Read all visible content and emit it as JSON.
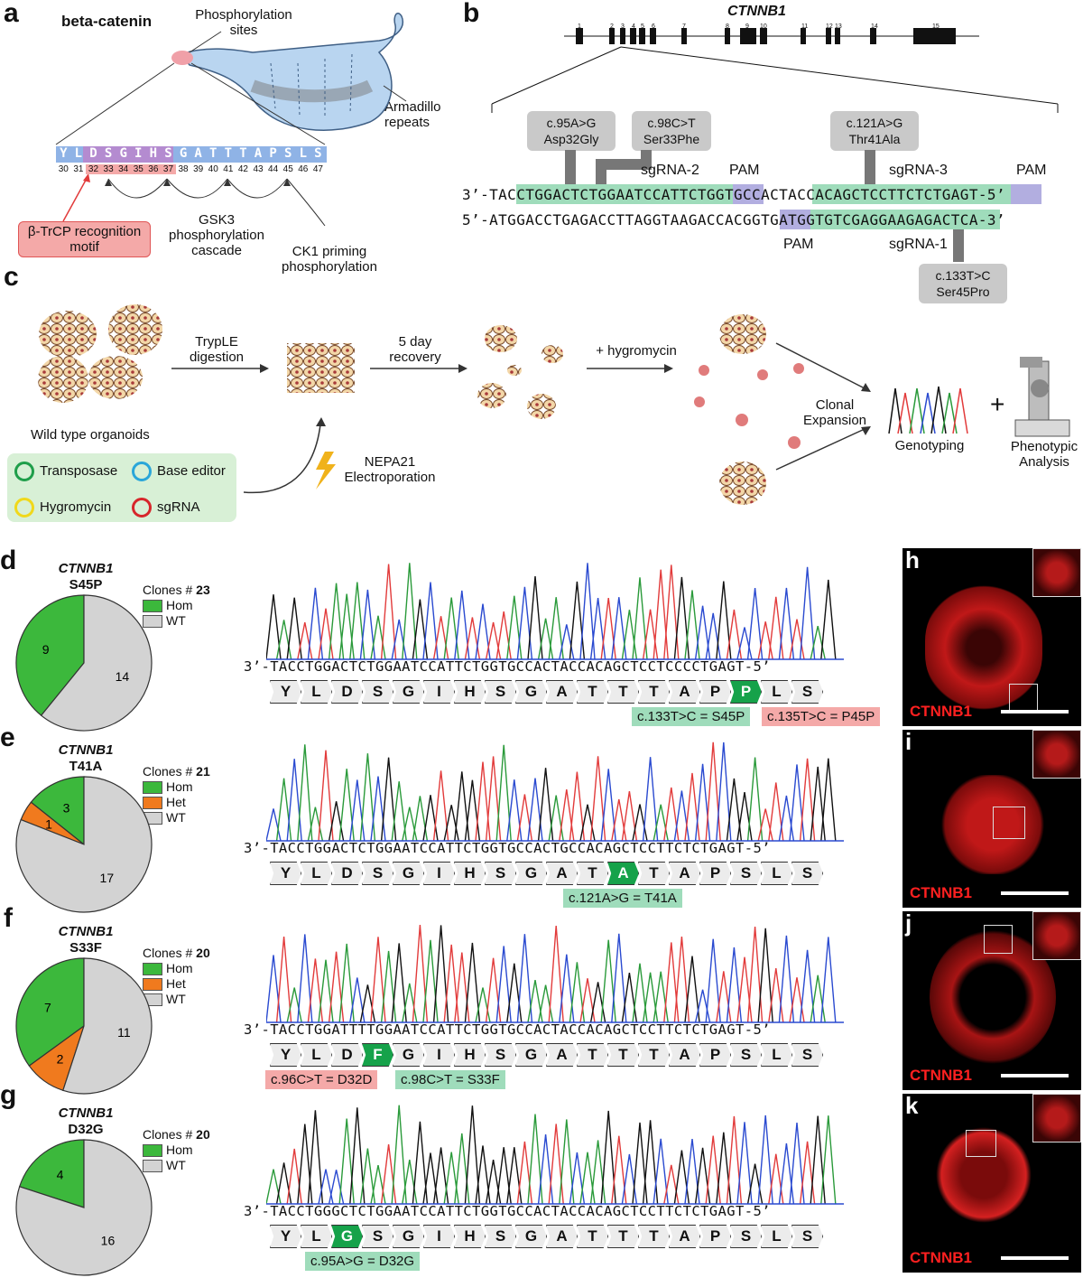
{
  "panels": {
    "a": "a",
    "b": "b",
    "c": "c",
    "d": "d",
    "e": "e",
    "f": "f",
    "g": "g",
    "h": "h",
    "i": "i",
    "j": "j",
    "k": "k"
  },
  "panel_a": {
    "title": "beta-catenin",
    "phospho_sites": "Phosphorylation\nsites",
    "armadillo": "Armadillo\nrepeats",
    "seq_letters": [
      "Y",
      "L",
      "D",
      "S",
      "G",
      "I",
      "H",
      "S",
      "G",
      "A",
      "T",
      "T",
      "T",
      "A",
      "P",
      "S",
      "L",
      "S"
    ],
    "seq_numbers": [
      "30",
      "31",
      "32",
      "33",
      "34",
      "35",
      "36",
      "37",
      "38",
      "39",
      "40",
      "41",
      "42",
      "43",
      "44",
      "45",
      "46",
      "47"
    ],
    "btrcp": "β-TrCP recognition\nmotif",
    "gsk3": "GSK3\nphosphorylation\ncascade",
    "ck1": "CK1 priming\nphosphorylation"
  },
  "panel_b": {
    "gene": "CTNNB1",
    "exons": [
      "1",
      "2",
      "3",
      "4",
      "5",
      "6",
      "7",
      "8",
      "9",
      "10",
      "11",
      "12",
      "13",
      "14",
      "15"
    ],
    "callouts": [
      {
        "line1": "c.95A>G",
        "line2": "Asp32Gly"
      },
      {
        "line1": "c.98C>T",
        "line2": "Ser33Phe"
      },
      {
        "line1": "c.121A>G",
        "line2": "Thr41Ala"
      },
      {
        "line1": "c.133T>C",
        "line2": "Ser45Pro"
      }
    ],
    "sgrna2": "sgRNA-2",
    "sgrna3": "sgRNA-3",
    "sgrna1": "sgRNA-1",
    "pam": "PAM",
    "strand_top": "3’-TACCTGGACTCTGGAATCCATTCTGGTGCCACTACCACAGCTCCTTCTCTGAGT-5’",
    "strand_bottom": "5’-ATGGACCTGAGACCTTAGGTAAGACCACGGTGATGGTGTCGAGGAAGAGACTCA-3’"
  },
  "panel_c": {
    "wt": "Wild type organoids",
    "tryple": "TrypLE\ndigestion",
    "recovery": "5 day\nrecovery",
    "hygro": "+ hygromycin",
    "clonal": "Clonal\nExpansion",
    "genotyping": "Genotyping",
    "plus": "+",
    "phenotypic": "Phenotypic\nAnalysis",
    "nepa": "NEPA21\nElectroporation",
    "plasmids": [
      "Transposase",
      "Base editor",
      "Hygromycin",
      "sgRNA"
    ],
    "plasmid_colors": [
      "#1f9e4a",
      "#2aa6d9",
      "#f0d81b",
      "#d7262b"
    ]
  },
  "rows": [
    {
      "gene": "CTNNB1",
      "mut": "S45P",
      "clones_label": "Clones #",
      "clones": "23",
      "legend": [
        "Hom",
        "WT"
      ],
      "slices": [
        9,
        14
      ],
      "colors": [
        "#3cb83c",
        "#d3d3d3"
      ],
      "seq": "3’-TACCTGGACTCTGGAATCCATTCTGGTGCCACTACCACAGCTCCTCCCCTGAGT-5’",
      "aa": [
        "Y",
        "L",
        "D",
        "S",
        "G",
        "I",
        "H",
        "S",
        "G",
        "A",
        "T",
        "T",
        "T",
        "A",
        "P",
        "P",
        "L",
        "S"
      ],
      "hl": 15,
      "tags": [
        {
          "text": "c.133T>C = S45P",
          "color": "green"
        },
        {
          "text": "c.135T>C = P45P",
          "color": "red"
        }
      ],
      "stain": "CTNNB1"
    },
    {
      "gene": "CTNNB1",
      "mut": "T41A",
      "clones_label": "Clones #",
      "clones": "21",
      "legend": [
        "Hom",
        "Het",
        "WT"
      ],
      "slices": [
        3,
        1,
        17
      ],
      "colors": [
        "#3cb83c",
        "#f07a1e",
        "#d3d3d3"
      ],
      "seq": "3’-TACCTGGACTCTGGAATCCATTCTGGTGCCACTGCCACAGCTCCTTCTCTGAGT-5’",
      "aa": [
        "Y",
        "L",
        "D",
        "S",
        "G",
        "I",
        "H",
        "S",
        "G",
        "A",
        "T",
        "A",
        "T",
        "A",
        "P",
        "S",
        "L",
        "S"
      ],
      "hl": 11,
      "tags": [
        {
          "text": "c.121A>G = T41A",
          "color": "green"
        }
      ],
      "stain": "CTNNB1"
    },
    {
      "gene": "CTNNB1",
      "mut": "S33F",
      "clones_label": "Clones #",
      "clones": "20",
      "legend": [
        "Hom",
        "Het",
        "WT"
      ],
      "slices": [
        7,
        2,
        11
      ],
      "colors": [
        "#3cb83c",
        "#f07a1e",
        "#d3d3d3"
      ],
      "seq": "3’-TACCTGGATTTTGGAATCCATTCTGGTGCCACTACCACAGCTCCTTCTCTGAGT-5’",
      "aa": [
        "Y",
        "L",
        "D",
        "F",
        "G",
        "I",
        "H",
        "S",
        "G",
        "A",
        "T",
        "T",
        "T",
        "A",
        "P",
        "S",
        "L",
        "S"
      ],
      "hl": 3,
      "tags": [
        {
          "text": "c.96C>T = D32D",
          "color": "red"
        },
        {
          "text": "c.98C>T = S33F",
          "color": "green"
        }
      ],
      "stain": "CTNNB1"
    },
    {
      "gene": "CTNNB1",
      "mut": "D32G",
      "clones_label": "Clones #",
      "clones": "20",
      "legend": [
        "Hom",
        "WT"
      ],
      "slices": [
        4,
        16
      ],
      "colors": [
        "#3cb83c",
        "#d3d3d3"
      ],
      "seq": "3’-TACCTGGGCTCTGGAATCCATTCTGGTGCCACTACCACAGCTCCTTCTCTGAGT-5’",
      "aa": [
        "Y",
        "L",
        "G",
        "S",
        "G",
        "I",
        "H",
        "S",
        "G",
        "A",
        "T",
        "T",
        "T",
        "A",
        "P",
        "S",
        "L",
        "S"
      ],
      "hl": 2,
      "tags": [
        {
          "text": "c.95A>G = D32G",
          "color": "green"
        }
      ],
      "stain": "CTNNB1"
    }
  ]
}
